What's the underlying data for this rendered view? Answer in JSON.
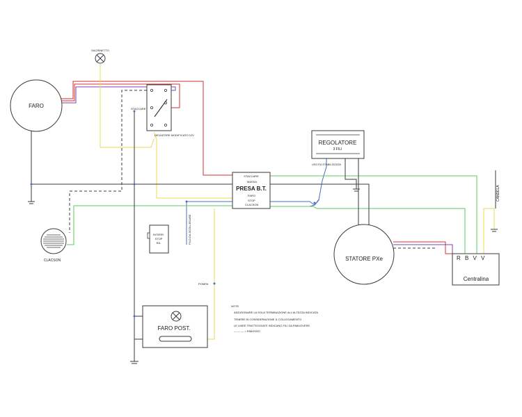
{
  "labels": {
    "faro": "FARO",
    "lampeggiatore": "SACRINETTO",
    "commutatore": "STACCARE",
    "deviatore": "DEVIATORE MODIFICATO 12V",
    "clacson": "CLACSON",
    "presa_title": "PRESA B.T.",
    "presa_top": "STACCARE",
    "presa_massa": "MASSA",
    "presa_faro": "FARO",
    "presa_stop": "STOP",
    "presa_clacson": "CLACSON",
    "regolatore_line1": "REGOLATORE",
    "regolatore_line2": "3 FILI",
    "uscita_stab": "USCITA STABILIZZATA",
    "interruttore_line1": "INTERR.",
    "interruttore_line2": "STOP",
    "interruttore_line3": "RA.",
    "filo_stop": "FILO DA SCOLLEGARE",
    "statore": "STATORE PXe",
    "centralina_pins": "R B V V",
    "centralina": "Centralina",
    "candela": "CANDELA",
    "pompa": "POMPA",
    "faro_post": "FARO POST."
  },
  "legend": {
    "title": "NOTE",
    "items": [
      "ADDIZIONARE LA SOLA TERMINAZIONE ALL'ALTEZZA INDICATA",
      "TENERE IN CONSIDERAZIONE IL COLLEGAMENTO",
      "LE LINEE TRATTEGGIATE INDICANO FILI DA RIMUOVERE",
      "— — — = RIMOSSO"
    ]
  },
  "colors": {
    "red": "#d23030",
    "purple": "#7a44b0",
    "blue": "#4a6fc0",
    "yellow": "#e6dc50",
    "green": "#5cc85c",
    "black": "#3a3a3a",
    "gray": "#8a8a8a"
  }
}
